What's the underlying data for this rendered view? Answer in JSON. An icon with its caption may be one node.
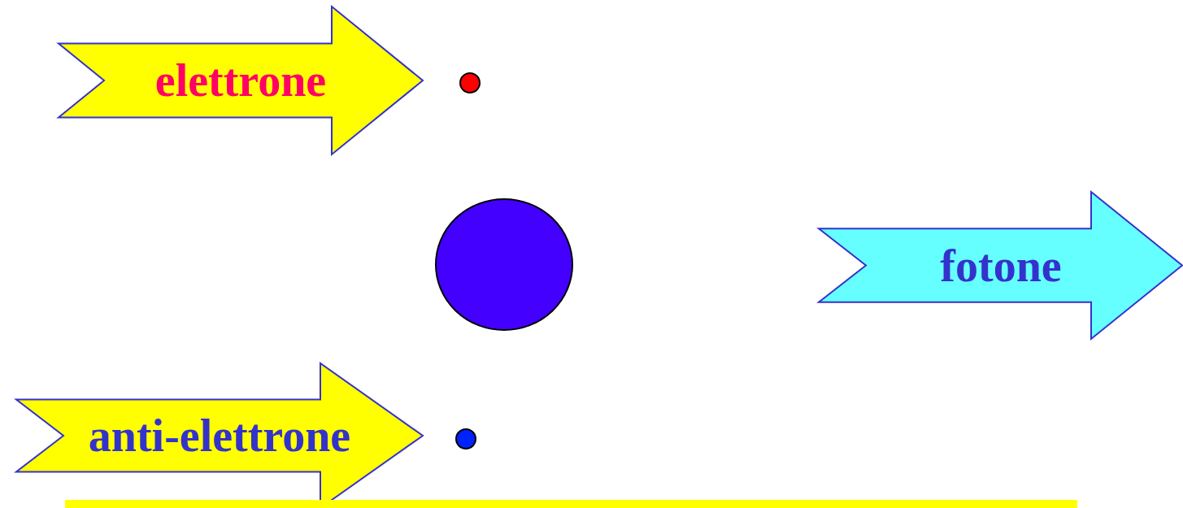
{
  "diagram": {
    "nodes": [
      {
        "text": [
          "elettrone"
        ]
      },
      {
        "text": [],
        "shape": "circle"
      },
      {
        "text": [],
        "shape": "circle"
      },
      {
        "text": [
          "fotone"
        ]
      },
      {
        "text": [
          "anti-elettrone"
        ]
      },
      {
        "text": [],
        "shape": "circle"
      }
    ]
  }
}
